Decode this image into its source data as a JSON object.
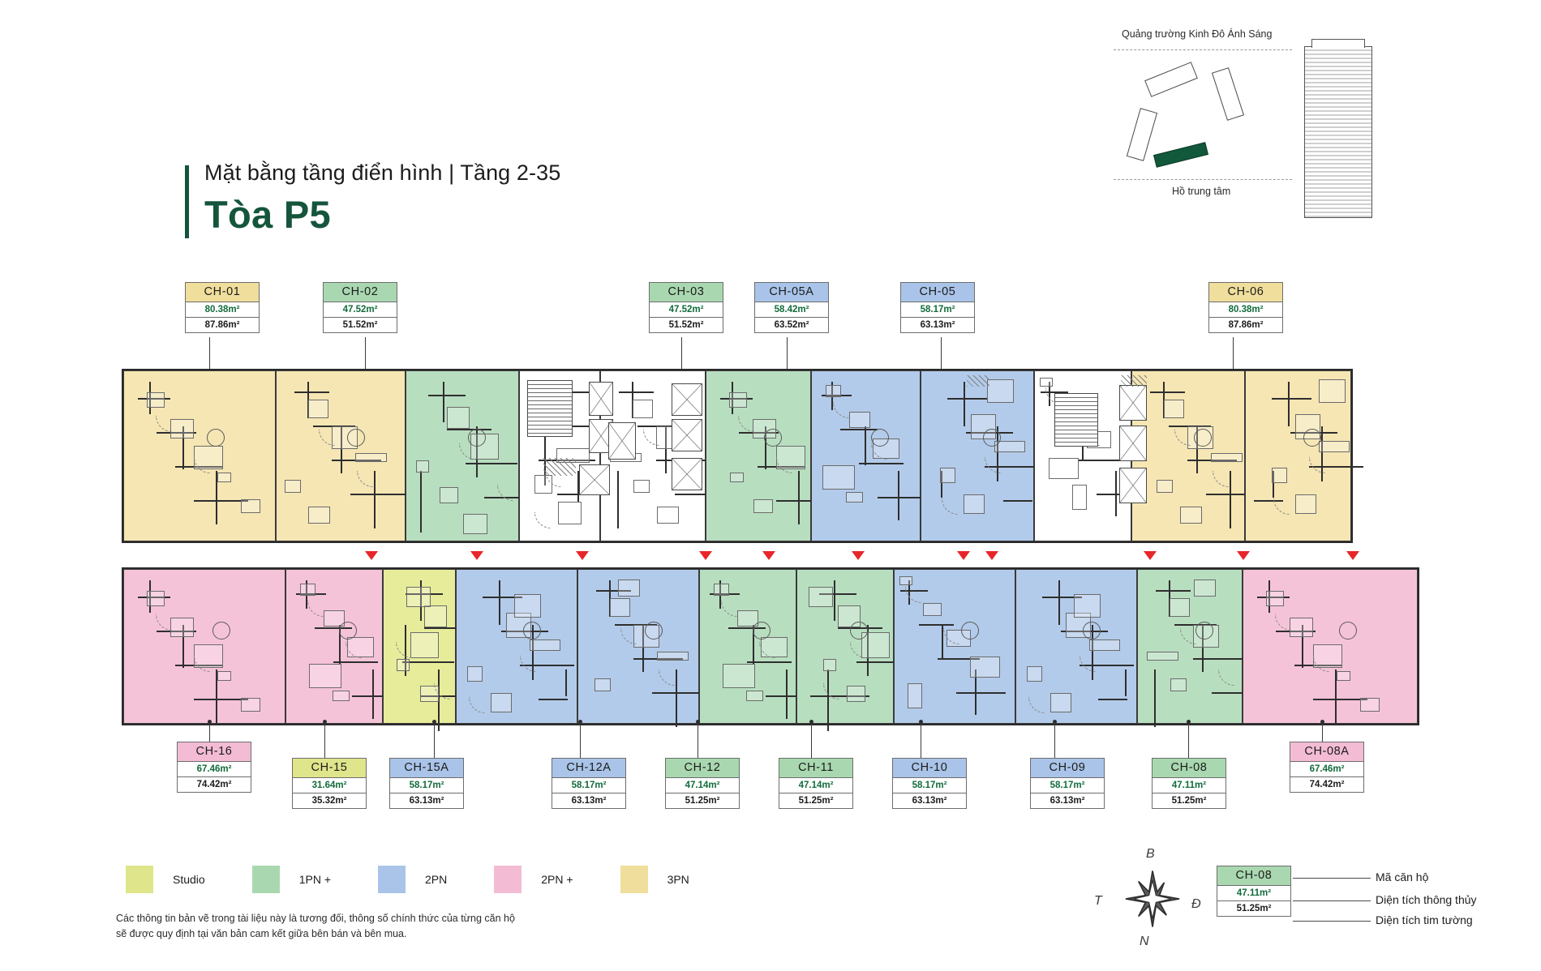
{
  "header": {
    "subtitle": "Mặt bằng tầng điển hình | Tầng 2-35",
    "title": "Tòa P5"
  },
  "sitemap": {
    "caption_top": "Quảng trường Kinh Đô Ánh Sáng",
    "caption_bottom": "Hồ trung tâm"
  },
  "apartments_top": [
    {
      "code": "CH-01",
      "net": "80.38m²",
      "gross": "87.86m²",
      "type": "3PN",
      "color": "#f0de9c"
    },
    {
      "code": "CH-02",
      "net": "47.52m²",
      "gross": "51.52m²",
      "type": "1PN +",
      "color": "#a9d8b0"
    },
    {
      "code": "CH-03",
      "net": "47.52m²",
      "gross": "51.52m²",
      "type": "1PN +",
      "color": "#a9d8b0"
    },
    {
      "code": "CH-05A",
      "net": "58.42m²",
      "gross": "63.52m²",
      "type": "2PN",
      "color": "#a9c4e8"
    },
    {
      "code": "CH-05",
      "net": "58.17m²",
      "gross": "63.13m²",
      "type": "2PN",
      "color": "#a9c4e8"
    },
    {
      "code": "CH-06",
      "net": "80.38m²",
      "gross": "87.86m²",
      "type": "3PN",
      "color": "#f0de9c"
    }
  ],
  "apartments_bottom": [
    {
      "code": "CH-16",
      "net": "67.46m²",
      "gross": "74.42m²",
      "type": "2PN +",
      "color": "#f3bcd4"
    },
    {
      "code": "CH-15",
      "net": "31.64m²",
      "gross": "35.32m²",
      "type": "Studio",
      "color": "#dfe58a"
    },
    {
      "code": "CH-15A",
      "net": "58.17m²",
      "gross": "63.13m²",
      "type": "2PN",
      "color": "#a9c4e8"
    },
    {
      "code": "CH-12A",
      "net": "58.17m²",
      "gross": "63.13m²",
      "type": "2PN",
      "color": "#a9c4e8"
    },
    {
      "code": "CH-12",
      "net": "47.14m²",
      "gross": "51.25m²",
      "type": "1PN +",
      "color": "#a9d8b0"
    },
    {
      "code": "CH-11",
      "net": "47.14m²",
      "gross": "51.25m²",
      "type": "1PN +",
      "color": "#a9d8b0"
    },
    {
      "code": "CH-10",
      "net": "58.17m²",
      "gross": "63.13m²",
      "type": "2PN",
      "color": "#a9c4e8"
    },
    {
      "code": "CH-09",
      "net": "58.17m²",
      "gross": "63.13m²",
      "type": "2PN",
      "color": "#a9c4e8"
    },
    {
      "code": "CH-08",
      "net": "47.11m²",
      "gross": "51.25m²",
      "type": "1PN +",
      "color": "#a9d8b0"
    },
    {
      "code": "CH-08A",
      "net": "67.46m²",
      "gross": "74.42m²",
      "type": "2PN +",
      "color": "#f3bcd4"
    }
  ],
  "legend": {
    "items": [
      {
        "label": "Studio",
        "color": "#dfe58a"
      },
      {
        "label": "1PN +",
        "color": "#a9d8b0"
      },
      {
        "label": "2PN",
        "color": "#a9c4e8"
      },
      {
        "label": "2PN +",
        "color": "#f3bcd4"
      },
      {
        "label": "3PN",
        "color": "#f0de9c"
      }
    ]
  },
  "disclaimer": {
    "line1": "Các thông tin bản vẽ trong tài liệu này là tương đối, thông số chính thức của từng căn hộ",
    "line2": "sẽ được quy định tại văn bản cam kết giữa bên bán và bên mua."
  },
  "compass": {
    "north": "B",
    "west": "T",
    "east": "Đ",
    "south": "N"
  },
  "keybox": {
    "sample_code": "CH-08",
    "sample_net": "47.11m²",
    "sample_gross": "51.25m²",
    "label_code": "Mã căn hộ",
    "label_net": "Diện tích thông thủy",
    "label_gross": "Diện tích tim tường",
    "sample_color": "#a9d8b0"
  },
  "accent": {
    "brand_green": "#14553b",
    "marker_red": "#e8262a"
  }
}
